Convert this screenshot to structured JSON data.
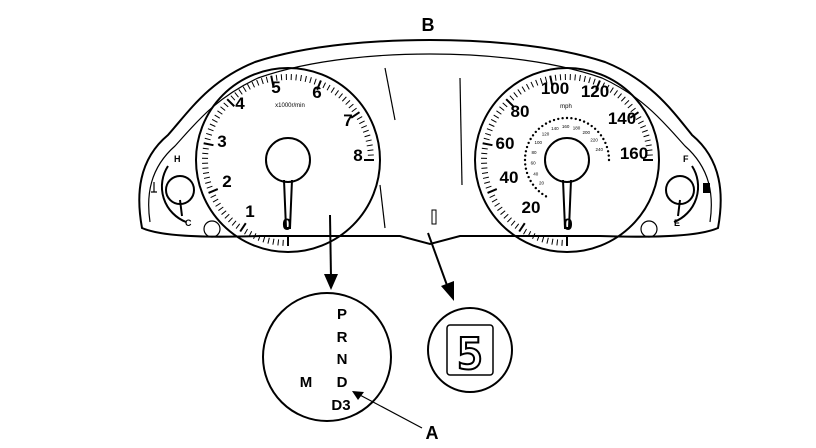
{
  "callouts": {
    "a": "A",
    "b": "B"
  },
  "tachometer": {
    "ticks": [
      "0",
      "1",
      "2",
      "3",
      "4",
      "5",
      "6",
      "7",
      "8"
    ],
    "unit": "x1000r/min"
  },
  "speedometer": {
    "ticks": [
      "0",
      "20",
      "40",
      "60",
      "80",
      "100",
      "120",
      "140",
      "160"
    ],
    "unit": "mph",
    "inner_ticks": [
      "20",
      "40",
      "60",
      "80",
      "100",
      "120",
      "140",
      "160",
      "180",
      "200",
      "220",
      "240"
    ]
  },
  "temp_gauge": {
    "high": "H",
    "low": "C"
  },
  "fuel_gauge": {
    "full": "F",
    "empty": "E"
  },
  "gear_indicator": {
    "items": [
      "P",
      "R",
      "N",
      "D",
      "D3"
    ],
    "manual": "M"
  },
  "digital_gear": "5"
}
